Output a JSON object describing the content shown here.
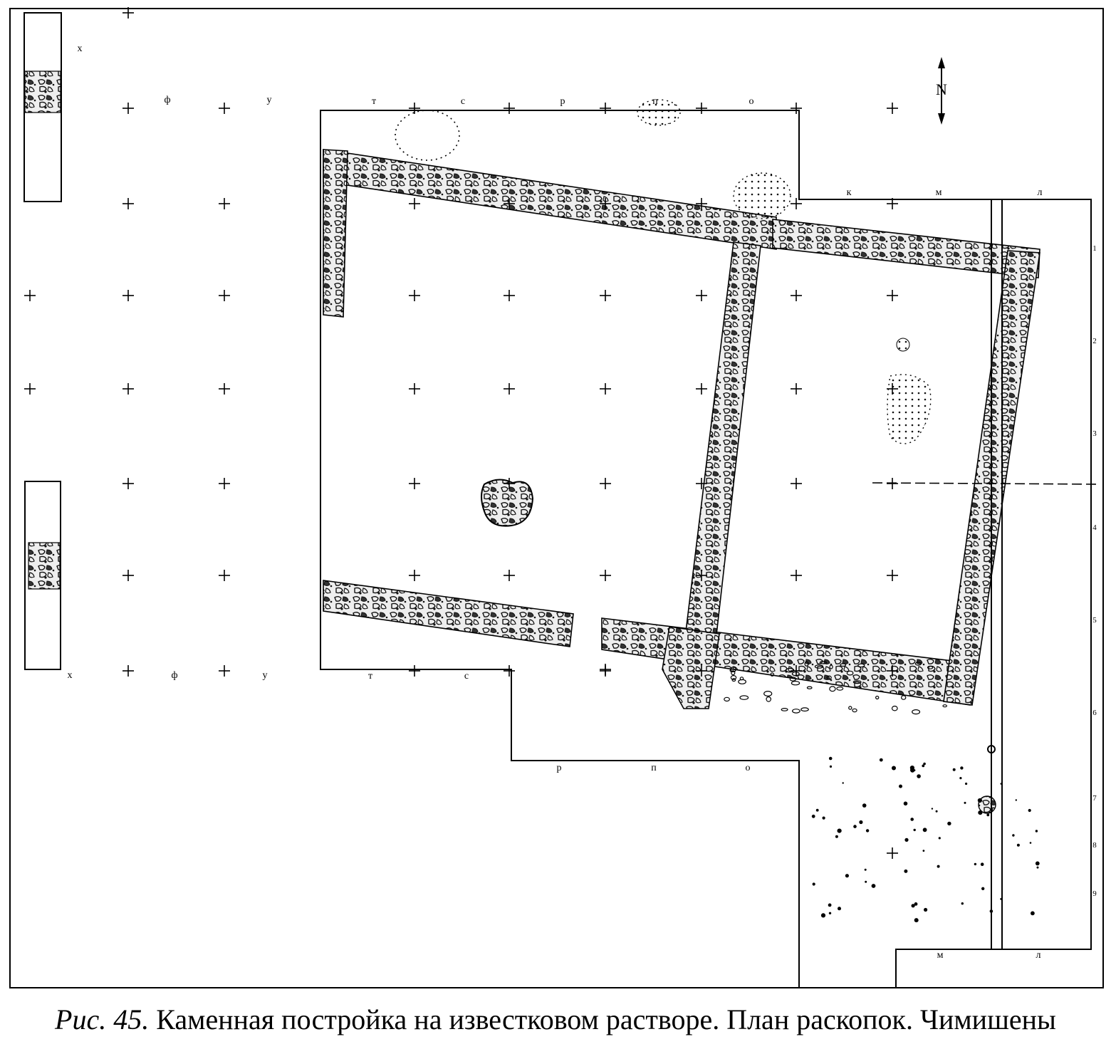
{
  "caption": {
    "lead": "Рис. 45.",
    "text": " Каменная постройка на известковом растворе. План раскопок. Чимишены"
  },
  "north_label": "N",
  "letters": {
    "top_main": [
      "т",
      "с",
      "р",
      "п",
      "о"
    ],
    "top_right": [
      "к",
      "м",
      "л"
    ],
    "bottom_main": [
      "т",
      "с"
    ],
    "bottom_mid": [
      "р",
      "п",
      "о"
    ],
    "bottom_right": [
      "м",
      "л"
    ],
    "left_top": [
      "ф",
      "у"
    ],
    "left_bottom": [
      "х",
      "ф",
      "у"
    ],
    "left_strip_top": "х"
  },
  "right_numbers": [
    "1",
    "2",
    "3",
    "4",
    "5",
    "6",
    "7",
    "8",
    "9"
  ]
}
